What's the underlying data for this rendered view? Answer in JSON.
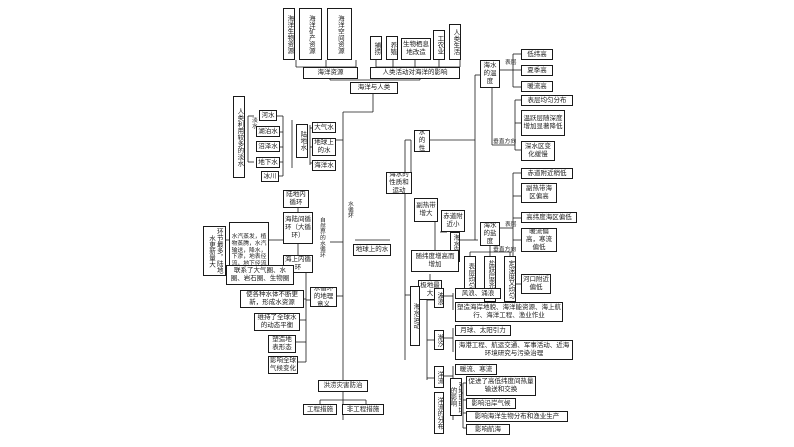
{
  "nodes": {
    "root": "地球上的水",
    "mid_water_cycle": "水循环",
    "hydrosphere": "地球上的水",
    "atmos_water": "大气水",
    "land_water": "陆地水",
    "ocean_water": "海洋水",
    "river": "河水",
    "lake": "湖泊水",
    "swamp": "沼泽水",
    "groundwater": "地下水",
    "glacier": "冰川",
    "fresh_label": "人类利用较多的淡水",
    "fresh_side": "淡水",
    "land_cycle": "陆地内循环",
    "sea_land_cycle": "海陆间循环（大循环）",
    "sea_cycle": "海上内循环",
    "links_text": "水汽蒸发，植物蒸腾，水汽输送，降水，下渗，地表径流，地下径流",
    "renew": "环节最多，陆地水更新量大",
    "natural_cycle_label": "自然界的水循环",
    "cycle_meaning": "水循环的地理意义",
    "meaning1": "联系了大气圈、水圈、岩石圈、生物圈",
    "meaning2": "使各种水体不断更新，形成水资源",
    "meaning3": "维持了全球水的动态平衡",
    "meaning4": "塑造地表形态",
    "meaning5": "影响全球气候变化",
    "flood": "洪涝灾害防治",
    "eng": "工程措施",
    "noneng": "非工程措施",
    "ocean_and_human": "海洋与人类",
    "ocean_res": "海洋资源",
    "human_impact": "人类活动对海洋的影响",
    "res_bio": "海洋生物资源",
    "res_mineral": "海洋矿产资源",
    "res_space": "海洋空间资源",
    "impact_fish": "捕捞",
    "impact_farm": "养殖",
    "impact_bio": "生物栖息地改造",
    "impact_ind": "工农业",
    "impact_life": "人类生活",
    "ocean_props": "海水的性质和运动",
    "ocean_props2": "海水的性质",
    "temp": "海水的温度",
    "temp_surface": "表层",
    "temp_vertical": "垂直方向",
    "t1": "低纬高",
    "t2": "夏季高",
    "t3": "暖流高",
    "t4": "表层均匀分布",
    "t5": "温跃层随深度增加显著降低",
    "t6": "深水区变化缓慢",
    "salinity": "海水的盐度",
    "sal_surface": "表层",
    "sal_vertical": "垂直方向",
    "s1": "赤道附近稍低",
    "s2": "副热带海区偏高",
    "s3": "高纬度海区偏低",
    "s4": "暖流偏高，寒流偏低",
    "s5": "河口附近偏低",
    "s6": "表层均匀",
    "s7": "盐跃层变化大",
    "s8": "定深度又均匀",
    "density": "海水密度",
    "d1": "赤道附近小",
    "d2": "副热带增大",
    "d3": "随纬度增高而增加",
    "d4": "极地最大",
    "movement": "海水运动",
    "waves": "波浪",
    "tides": "潮汐",
    "currents": "洋流",
    "w1": "风浪、涌浪",
    "w2": "塑造海岸地貌、海洋能资源、海上航行、海洋工程、渔业作业",
    "tide1": "月球、太阳引力",
    "tide2": "海港工程、航运交通、军事活动、近海环境研究与污染治理",
    "c1": "暖流、寒流",
    "c_impact": "对地理环境的影响",
    "c2": "促进了高低纬度间热量输送和交换",
    "c3": "影响沿岸气候",
    "c4": "影响海洋生物分布和渔业生产",
    "c5": "影响航海",
    "c_dist": "洋流的分布"
  }
}
